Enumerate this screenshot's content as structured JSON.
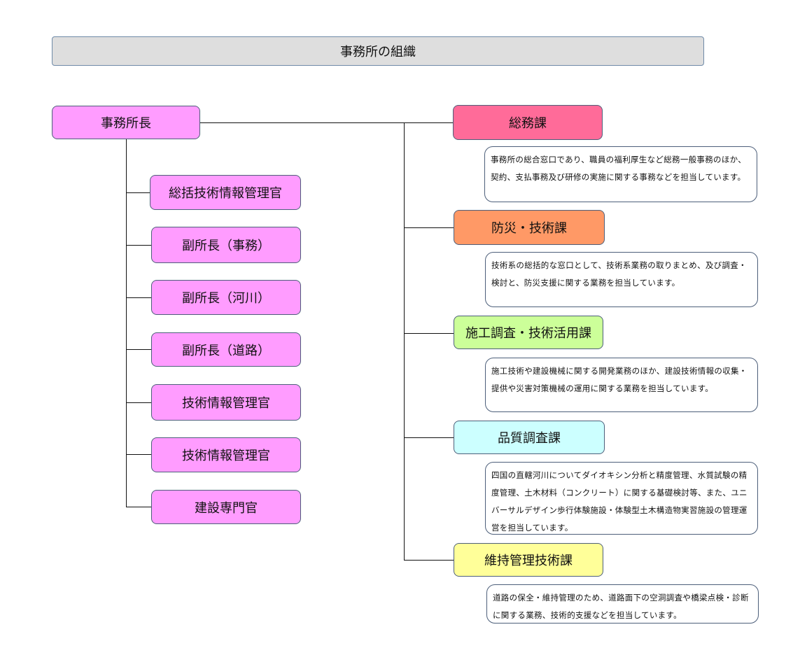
{
  "title": "事務所の組織",
  "head": {
    "label": "事務所長",
    "color": "#ff9cff"
  },
  "left_units": [
    {
      "label": "総括技術情報管理官"
    },
    {
      "label": "副所長（事務）"
    },
    {
      "label": "副所長（河川）"
    },
    {
      "label": "副所長（道路）"
    },
    {
      "label": "技術情報管理官"
    },
    {
      "label": "技術情報管理官"
    },
    {
      "label": "建設専門官"
    }
  ],
  "sections": [
    {
      "label": "総務課",
      "color": "#ff6b99",
      "description": "事務所の総合窓口であり、職員の福利厚生など総務一般事務のほか、契約、支払事務及び研修の実施に関する事務などを担当しています。"
    },
    {
      "label": "防災・技術課",
      "color": "#ff9966",
      "description": "技術系の総括的な窓口として、技術系業務の取りまとめ、及び調査・検討と、防災支援に関する業務を担当しています。"
    },
    {
      "label": "施工調査・技術活用課",
      "color": "#ccff99",
      "description": "施工技術や建設機械に関する開発業務のほか、建設技術情報の収集・提供や災害対策機械の運用に関する業務を担当しています。"
    },
    {
      "label": "品質調査課",
      "color": "#ccffff",
      "description": "四国の直轄河川についてダイオキシン分析と精度管理、水質試験の精度管理、土木材料（コンクリート）に関する基礎検討等、また、ユニバーサルデザイン歩行体験施設・体験型土木構造物実習施設の管理運営を担当しています。"
    },
    {
      "label": "維持管理技術課",
      "color": "#ffff99",
      "description": "道路の保全・維持管理のため、道路面下の空洞調査や橋梁点検・診断に関する業務、技術的支援などを担当しています。"
    }
  ]
}
